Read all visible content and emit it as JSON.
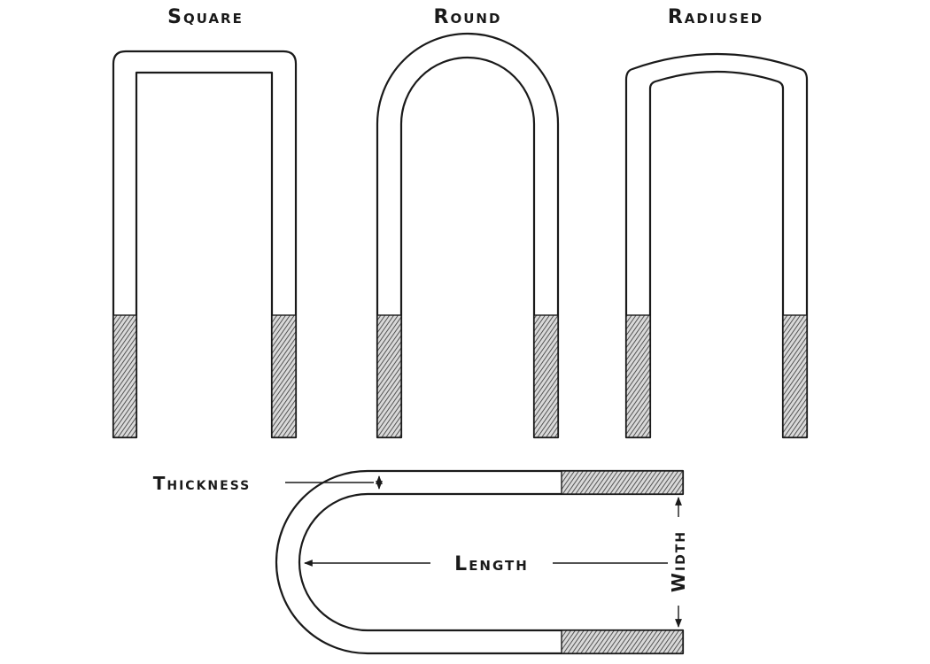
{
  "shapes": {
    "square": {
      "label": "Square"
    },
    "round": {
      "label": "Round"
    },
    "radiused": {
      "label": "Radiused"
    }
  },
  "dimensions": {
    "thickness": "Thickness",
    "length": "Length",
    "width": "Width"
  },
  "colors": {
    "line": "#1a1a1a",
    "background": "#ffffff"
  }
}
